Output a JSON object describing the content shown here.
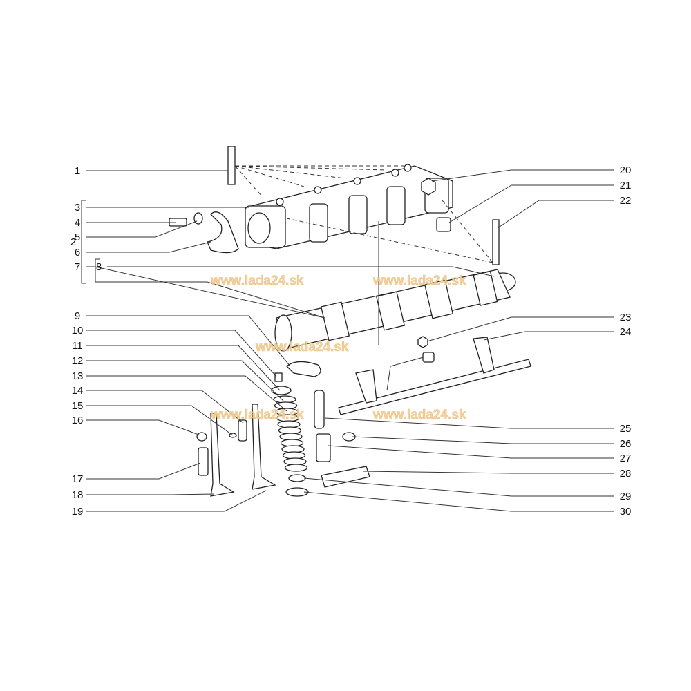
{
  "diagram": {
    "left_callouts": [
      "1",
      "3",
      "4",
      "5",
      "6",
      "7",
      "8",
      "9",
      "10",
      "11",
      "12",
      "13",
      "14",
      "15",
      "16",
      "17",
      "18",
      "19"
    ],
    "group_callout": "2",
    "right_callouts": [
      "20",
      "21",
      "22",
      "23",
      "24",
      "25",
      "26",
      "27",
      "28",
      "29",
      "30"
    ],
    "watermark": "www.lada24.sk",
    "colors": {
      "line": "#222222",
      "watermark": "#f3cf96"
    }
  }
}
